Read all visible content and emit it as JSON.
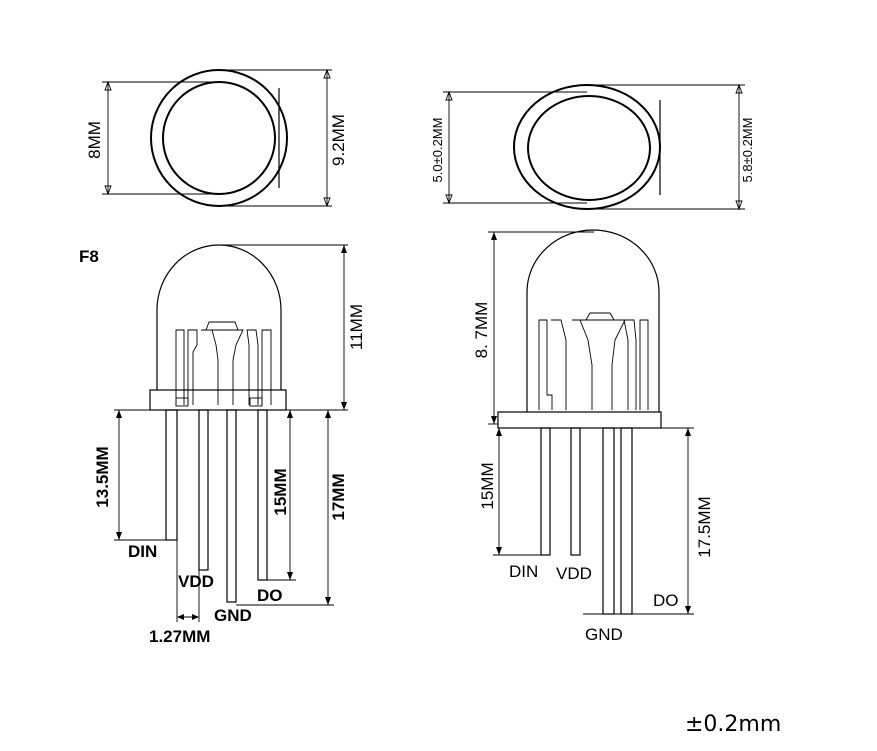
{
  "left": {
    "top_view": {
      "inner_dia": "8MM",
      "outer_dia": "9.2MM"
    },
    "side_view": {
      "model": "F8",
      "height": "11MM",
      "lead_din": "13.5MM",
      "lead_do": "15MM",
      "lead_long": "17MM",
      "pitch": "1.27MM",
      "pin_din": "DIN",
      "pin_vdd": "VDD",
      "pin_gnd": "GND",
      "pin_do": "DO"
    }
  },
  "right": {
    "top_view": {
      "inner_dia": "5.0±0.2MM",
      "outer_dia": "5.8±0.2MM"
    },
    "side_view": {
      "height": "8. 7MM",
      "lead_short": "15MM",
      "lead_long": "17.5MM",
      "pin_din": "DIN",
      "pin_vdd": "VDD",
      "pin_gnd": "GND",
      "pin_do": "DO"
    }
  },
  "tolerance": "±0.2mm"
}
